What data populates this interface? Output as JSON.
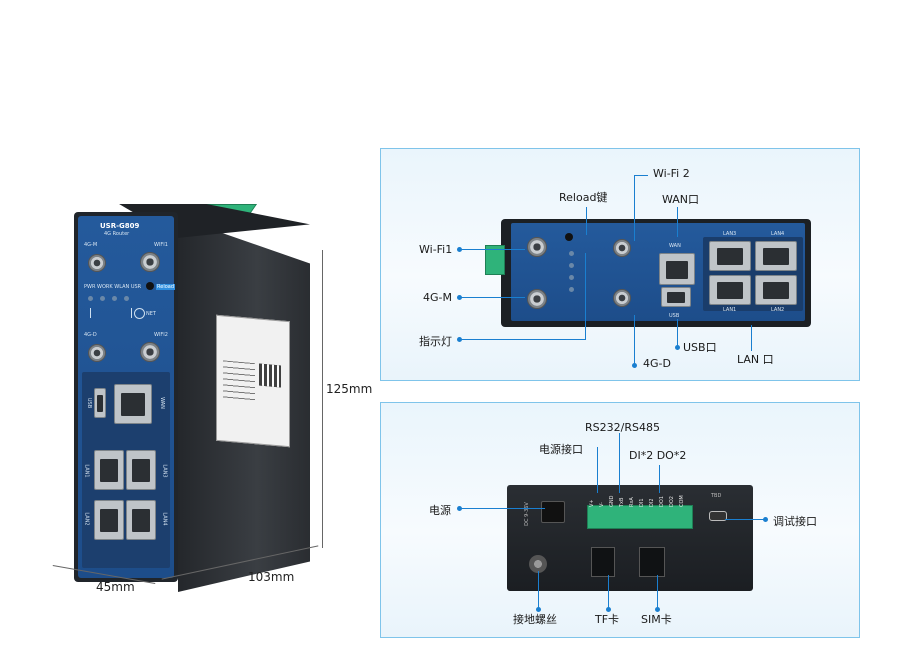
{
  "device": {
    "brand": "USR-G809",
    "subtitle": "4G Router",
    "port_labels": {
      "4gm": "4G-M",
      "wifi1": "WIFI1",
      "wifi2": "WIFI2",
      "4gd": "4G-D",
      "usb": "USB",
      "wan": "WAN",
      "lan1": "LAN1",
      "lan2": "LAN2",
      "lan3": "LAN3",
      "lan4": "LAN4",
      "reload": "Reload",
      "net": "NET",
      "leds": "PWR WORK WLAN USR"
    }
  },
  "dimensions": {
    "height": "125mm",
    "width": "45mm",
    "depth": "103mm"
  },
  "front_panel": {
    "callouts": {
      "wifi1": "Wi-Fi1",
      "m4g": "4G-M",
      "indicator": "指示灯",
      "reload": "Reload键",
      "wifi2": "Wi-Fi 2",
      "wan": "WAN口",
      "usb": "USB口",
      "d4g": "4G-D",
      "lan": "LAN 口"
    }
  },
  "bottom_panel": {
    "callouts": {
      "rs": "RS232/RS485",
      "power_port": "电源接口",
      "dido": "DI*2 DO*2",
      "power": "电源",
      "debug": "调试接口",
      "ground": "接地螺丝",
      "tf": "TF卡",
      "sim": "SIM卡"
    },
    "terminal_labels": [
      "V+",
      "V-",
      "GND",
      "TxB",
      "RxA",
      "DI1",
      "DI2",
      "DO1",
      "DO2",
      "COM"
    ],
    "power_label": "DC 9-36V",
    "debug_label": "TBD"
  },
  "colors": {
    "panel_border": "#7fc4ea",
    "device_blue": "#1f4e8c",
    "callout_dot": "#1a7fd0",
    "terminal_green": "#2fb37a"
  }
}
